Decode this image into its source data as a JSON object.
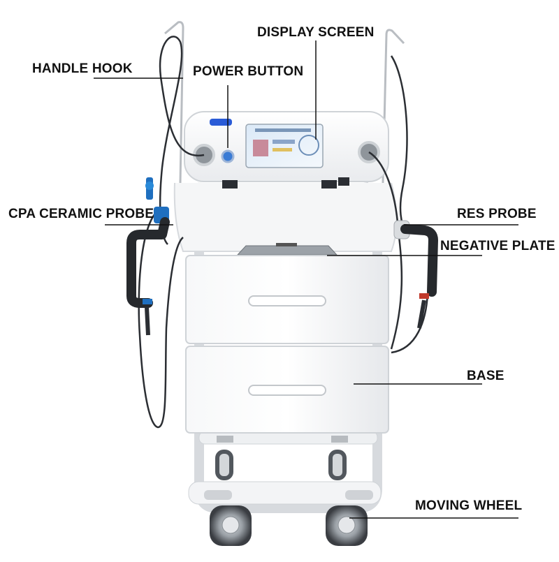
{
  "labels": {
    "handle_hook": "HANDLE HOOK",
    "power_button": "POWER BUTTON",
    "display_screen": "DISPLAY SCREEN",
    "cpa_ceramic_probe": "CPA CERAMIC PROBE",
    "res_probe": "RES PROBE",
    "negative_plate": "NEGATIVE PLATE",
    "base": "BASE",
    "moving_wheel": "MOVING WHEEL"
  },
  "colors": {
    "body": "#f3f4f6",
    "outline": "#c9ccd0",
    "cable": "#2b2e33",
    "accent_blue": "#1f6fbf",
    "accent_red": "#c0392b",
    "leader_line": "#111111"
  }
}
